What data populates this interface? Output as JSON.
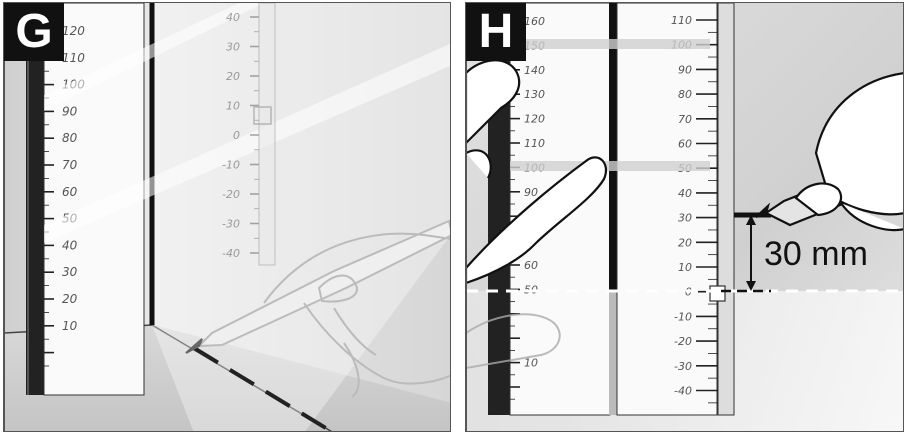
{
  "panels": {
    "g": {
      "label": "G"
    },
    "h": {
      "label": "H"
    }
  },
  "rulers": {
    "g_left_scale": [
      "120",
      "110",
      "100",
      "90",
      "80",
      "70",
      "60",
      "50",
      "40",
      "30",
      "20",
      "10"
    ],
    "g_laser_scale": [
      "40",
      "30",
      "20",
      "10",
      "0",
      "-10",
      "-20",
      "-30",
      "-40"
    ],
    "h_left_scale": [
      "160",
      "150",
      "140",
      "130",
      "120",
      "110",
      "100",
      "90",
      "80",
      "70",
      "60",
      "50",
      "",
      "",
      "10"
    ],
    "h_right_scale": [
      "110",
      "100",
      "90",
      "80",
      "70",
      "60",
      "50",
      "40",
      "30",
      "20",
      "10",
      "0",
      "-10",
      "-20",
      "-30",
      "-40"
    ]
  },
  "measurement": {
    "label": "30 mm"
  },
  "colors": {
    "line": "#111111",
    "laser": "#e8e8e8",
    "wall": "#d9d9d9"
  }
}
